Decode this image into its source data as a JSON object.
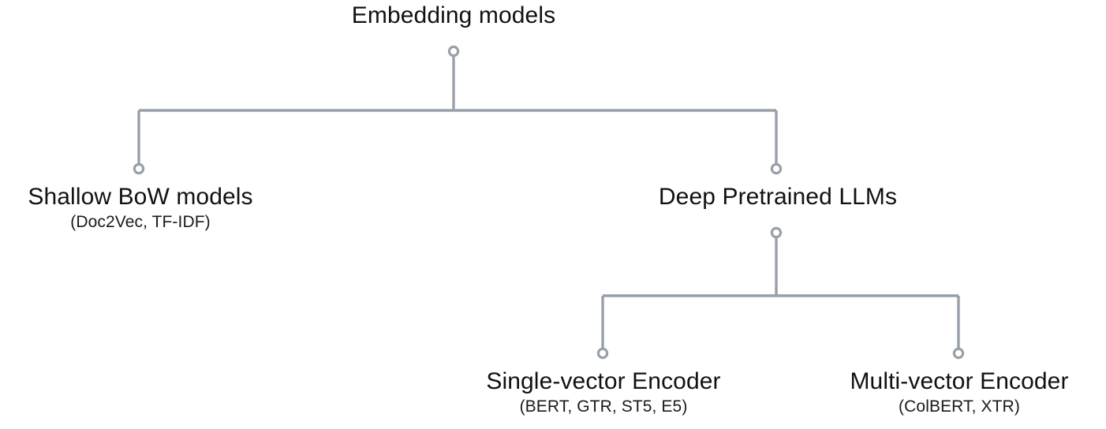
{
  "diagram": {
    "type": "tree",
    "orientation": "top-down",
    "line_color": "#98a0aa",
    "node_dot_fill": "#ffffff",
    "text_color": "#111111",
    "background": "#ffffff"
  },
  "nodes": {
    "root": {
      "title": "Embedding models",
      "subtitle": ""
    },
    "shallow_bow": {
      "title": "Shallow BoW models",
      "subtitle": "(Doc2Vec, TF-IDF)"
    },
    "deep_llm": {
      "title": "Deep Pretrained LLMs",
      "subtitle": ""
    },
    "single_vector": {
      "title": "Single-vector Encoder",
      "subtitle": "(BERT, GTR, ST5, E5)"
    },
    "multi_vector": {
      "title": "Multi-vector Encoder",
      "subtitle": "(ColBERT, XTR)"
    }
  },
  "edges": [
    {
      "from": "root",
      "to": "shallow_bow"
    },
    {
      "from": "root",
      "to": "deep_llm"
    },
    {
      "from": "deep_llm",
      "to": "single_vector"
    },
    {
      "from": "deep_llm",
      "to": "multi_vector"
    }
  ]
}
